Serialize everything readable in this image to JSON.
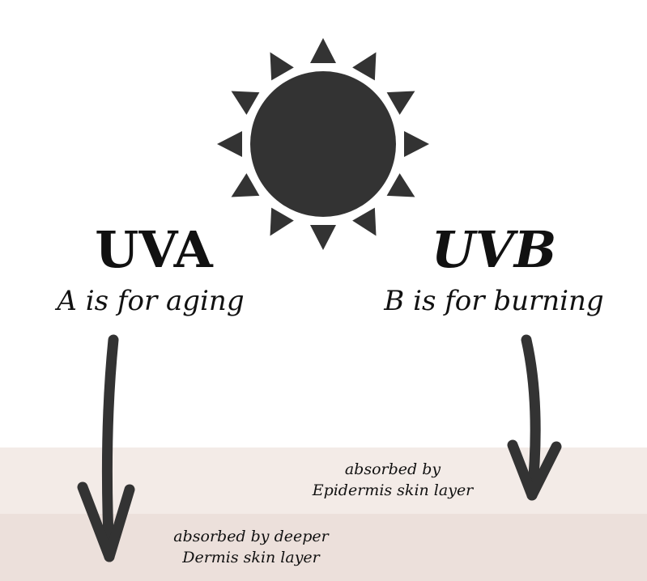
{
  "uva": {
    "title": "UVA",
    "subtitle": "A is for aging",
    "note_line1": "absorbed by deeper",
    "note_line2": "Dermis skin layer"
  },
  "uvb": {
    "title": "UVB",
    "subtitle": "B is for burning",
    "note_line1": "absorbed by",
    "note_line2": "Epidermis skin layer"
  },
  "colors": {
    "ink": "#333333",
    "epidermis": "#f3ebe7",
    "dermis": "#ece0db"
  }
}
